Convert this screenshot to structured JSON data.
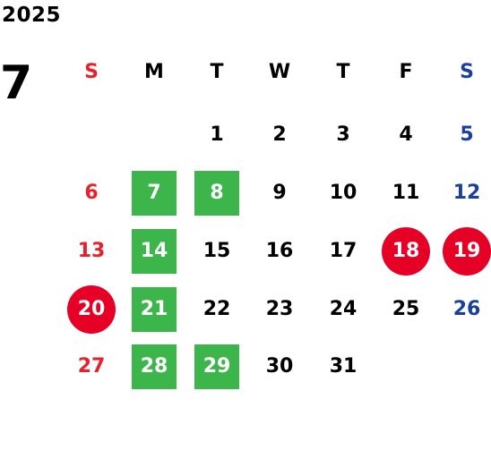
{
  "calendar": {
    "year": "2025",
    "month": "7",
    "weekdays": [
      "S",
      "M",
      "T",
      "W",
      "T",
      "F",
      "S"
    ],
    "leading_blanks": 2,
    "days": [
      "1",
      "2",
      "3",
      "4",
      "5",
      "6",
      "7",
      "8",
      "9",
      "10",
      "11",
      "12",
      "13",
      "14",
      "15",
      "16",
      "17",
      "18",
      "19",
      "20",
      "21",
      "22",
      "23",
      "24",
      "25",
      "26",
      "27",
      "28",
      "29",
      "30",
      "31"
    ],
    "green_boxed_days": [
      "7",
      "8",
      "14",
      "21",
      "28",
      "29"
    ],
    "red_circled_days": [
      "18",
      "19",
      "20"
    ]
  },
  "colors": {
    "text": "#000000",
    "sunday": "#e8202a",
    "saturday": "#1a3f9c",
    "box_green": "#3cb54a",
    "circle_red": "#e60026",
    "on_fill": "#ffffff"
  }
}
